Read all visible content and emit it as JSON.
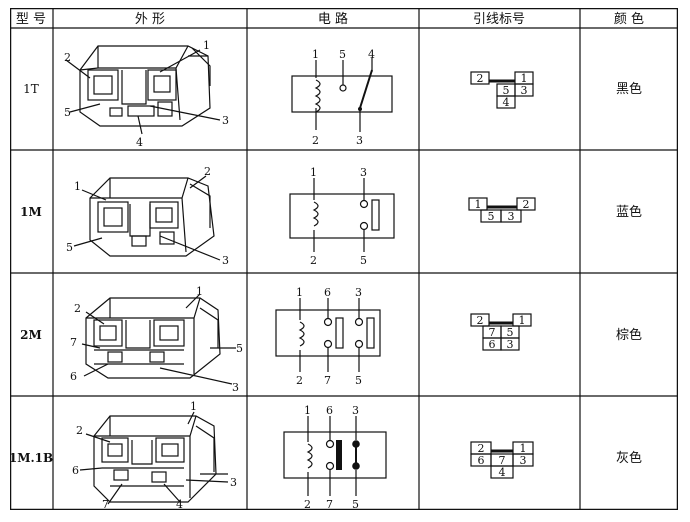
{
  "headers": [
    "型 号",
    "外 形",
    "电 路",
    "引线标号",
    "颜 色"
  ],
  "rows": [
    {
      "model": "1T",
      "color": "黑色",
      "outline_labels": [
        "2",
        "1",
        "5",
        "3",
        "4"
      ],
      "circuit_labels": [
        "1",
        "5",
        "4",
        "2",
        "3"
      ],
      "pin_map": [
        "2",
        "1",
        "5",
        "3",
        "4"
      ]
    },
    {
      "model": "1M",
      "color": "蓝色",
      "outline_labels": [
        "2",
        "1",
        "5",
        "3"
      ],
      "circuit_labels": [
        "1",
        "3",
        "2",
        "5"
      ],
      "pin_map": [
        "1",
        "2",
        "5",
        "3"
      ]
    },
    {
      "model": "2M",
      "color": "棕色",
      "outline_labels": [
        "1",
        "2",
        "7",
        "5",
        "6",
        "3"
      ],
      "circuit_labels": [
        "1",
        "6",
        "3",
        "2",
        "7",
        "5"
      ],
      "pin_map": [
        "2",
        "1",
        "7",
        "5",
        "6",
        "3"
      ]
    },
    {
      "model": "1M.1B",
      "color": "灰色",
      "outline_labels": [
        "1",
        "2",
        "6",
        "3",
        "7",
        "4"
      ],
      "circuit_labels": [
        "1",
        "6",
        "3",
        "2",
        "7",
        "5"
      ],
      "pin_map": [
        "2",
        "1",
        "6",
        "7",
        "3",
        "4"
      ]
    }
  ]
}
